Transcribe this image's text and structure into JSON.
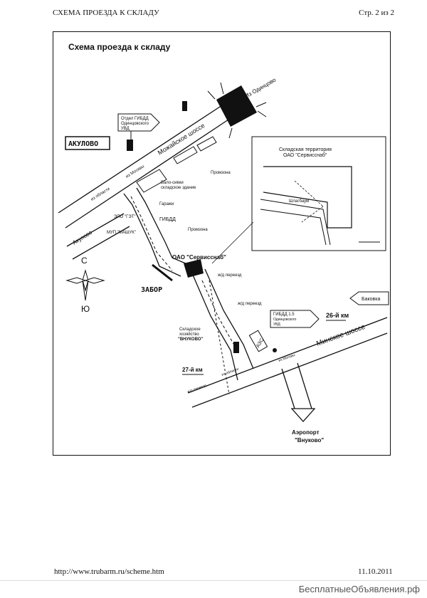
{
  "header": {
    "title": "СХЕМА ПРОЕЗДА К СКЛАДУ",
    "page": "Стр. 2 из 2"
  },
  "map": {
    "title": "Схема проезда к складу",
    "labels": {
      "from_odintsovo": "Из Одинцово",
      "mozhaiskoe": "Можайское шоссе",
      "gibdd_odin_1": "Отдел ГИБДД",
      "gibdd_odin_2": "Одинцовского",
      "gibdd_odin_3": "УВД",
      "akulovo_sign": "АКУЛОВО",
      "akulovo_road": "Акулово",
      "from_oblast_top": "из области",
      "from_moscow_top": "из Москвы",
      "bala_1": "Бало-сивки",
      "bala_2": "складское здание",
      "promzona_top": "Промзона",
      "garages": "Гаражи",
      "epo": "ЭПО \"ГЭТ\"",
      "gibdd_mid": "ГИБДД",
      "mup": "МУП \"МАШУК\"",
      "promzona_mid": "Промзона",
      "servissnab": "ОАО \"Сервисснаб\"",
      "rail_crossing": "ж/д переезд",
      "zabor": "ЗАБОР",
      "north": "С",
      "south": "Ю",
      "warehouse_title_1": "Складская территория",
      "warehouse_title_2": "ОАО \"Сервисснаб\"",
      "shlagbaum": "Шлагбаум",
      "rail_crossing_2": "ж/д переезд",
      "bakovka": "Баковка",
      "gibdd_15_1": "ГИБДД 1.5",
      "gibdd_15_2": "Одинцовского",
      "gibdd_15_3": "УВД",
      "km26": "26-й км",
      "azs": "АЗС",
      "minskoe": "Минское шоссе",
      "vnukovo_farm_1": "Складское",
      "vnukovo_farm_2": "хозяйство",
      "vnukovo_farm_3": "\"ВНУКОВО\"",
      "km27": "27-й км",
      "from_moscow_bot": "из Москвы",
      "from_oblast_bot": "из области",
      "rail_crossing_3": "ж/д переезд",
      "airport_1": "Аэропорт",
      "airport_2": "\"Внуково\""
    }
  },
  "footer": {
    "url": "http://www.trubarm.ru/scheme.htm",
    "date": "11.10.2011"
  },
  "watermark": "БесплатныеОбъявления.рф"
}
